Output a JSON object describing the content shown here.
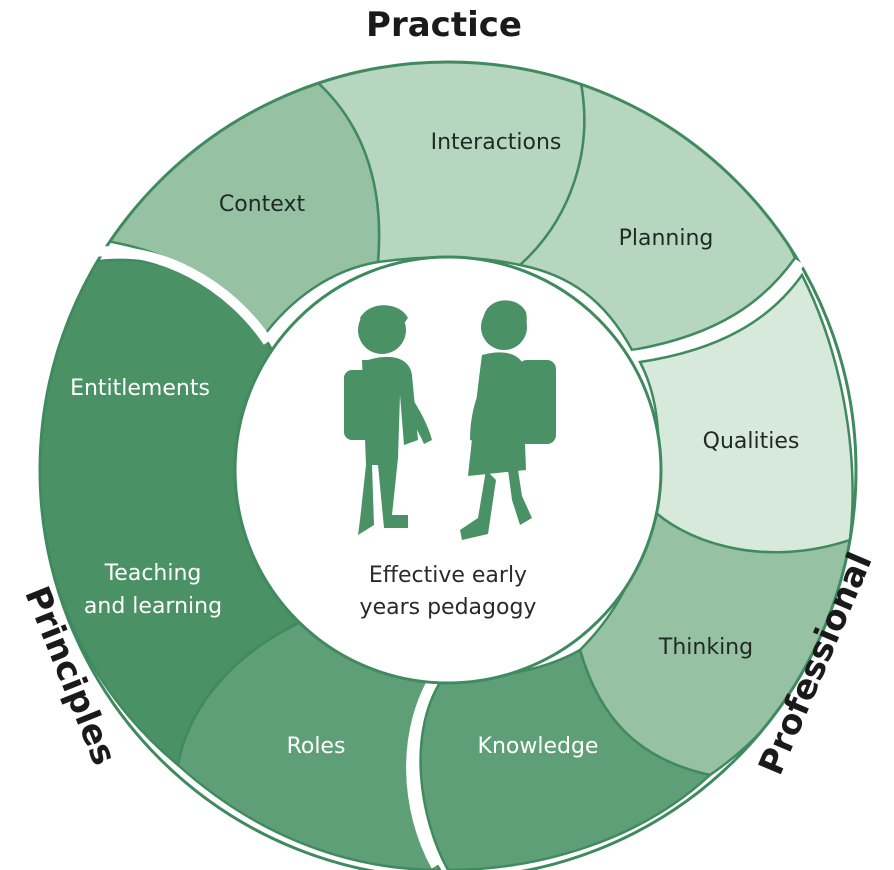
{
  "groups": {
    "practice": "Practice",
    "principles": "Principles",
    "professional": "Professional"
  },
  "segments": {
    "context": "Context",
    "interactions": "Interactions",
    "planning": "Planning",
    "qualities": "Qualities",
    "thinking": "Thinking",
    "knowledge": "Knowledge",
    "roles": "Roles",
    "entitlements": "Entitlements",
    "teaching_line1": "Teaching",
    "teaching_line2": "and learning"
  },
  "centre": {
    "line1": "Effective early",
    "line2": "years pedagogy"
  },
  "colors": {
    "outline": "#3f8a5e",
    "darkest": "#4a9165",
    "dark": "#5f9f77",
    "mid": "#97c1a3",
    "light": "#b7d6bf",
    "lightest": "#d6e9da",
    "children": "#4a9165"
  },
  "icons": [
    "boy-with-backpack-icon",
    "girl-with-backpack-icon"
  ]
}
